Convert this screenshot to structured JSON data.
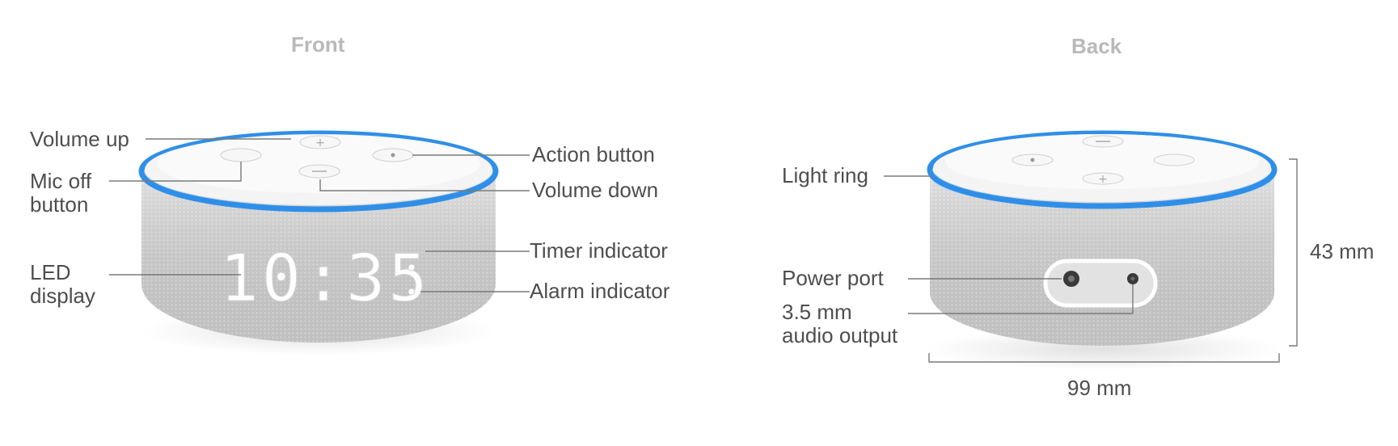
{
  "front": {
    "title": "Front",
    "labels": {
      "volume_up": "Volume up",
      "mic_off_1": "Mic off",
      "mic_off_2": "button",
      "led_1": "LED",
      "led_2": "display",
      "action": "Action button",
      "volume_down": "Volume down",
      "timer": "Timer indicator",
      "alarm": "Alarm indicator"
    },
    "clock_text": "10:35"
  },
  "back": {
    "title": "Back",
    "labels": {
      "light_ring": "Light ring",
      "power_port": "Power port",
      "audio_1": "3.5 mm",
      "audio_2": "audio output"
    },
    "height_label": "43 mm",
    "width_label": "99 mm"
  },
  "colors": {
    "light_ring": "#2f8fe8",
    "fabric": "#d9d9d9",
    "top": "#f5f5f5",
    "led": "#ffffff",
    "leader_line": "#7a7a7a"
  }
}
